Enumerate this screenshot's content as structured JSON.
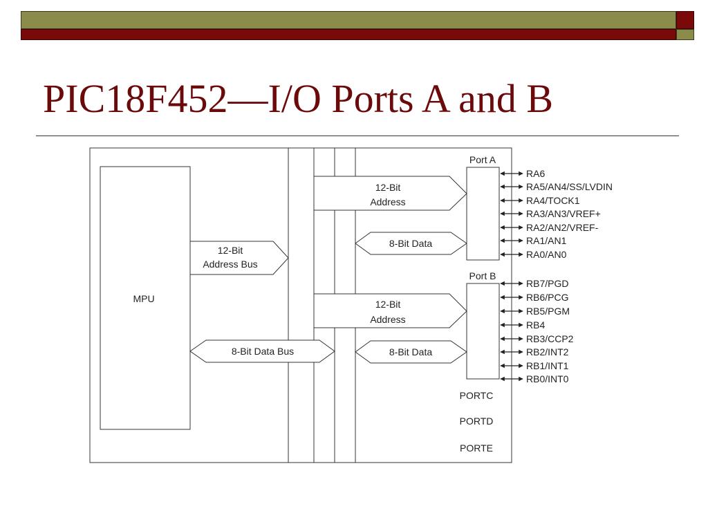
{
  "slide": {
    "title": "PIC18F452—I/O Ports A and B"
  },
  "diagram": {
    "mpu_label": "MPU",
    "address_bus_label": [
      "12-Bit",
      "Address Bus"
    ],
    "data_bus_label": "8-Bit Data Bus",
    "port_a": {
      "label": "Port A",
      "address_label": [
        "12-Bit",
        "Address"
      ],
      "data_label": "8-Bit Data",
      "pins": [
        "RA6",
        "RA5/AN4/SS/LVDIN",
        "RA4/TOCK1",
        "RA3/AN3/VREF+",
        "RA2/AN2/VREF-",
        "RA1/AN1",
        "RA0/AN0"
      ]
    },
    "port_b": {
      "label": "Port B",
      "address_label": [
        "12-Bit",
        "Address"
      ],
      "data_label": "8-Bit Data",
      "pins": [
        "RB7/PGD",
        "RB6/PCG",
        "RB5/PGM",
        "RB4",
        "RB3/CCP2",
        "RB2/INT2",
        "RB1/INT1",
        "RB0/INT0"
      ]
    },
    "other_ports": [
      "PORTC",
      "PORTD",
      "PORTE"
    ]
  },
  "colors": {
    "title": "#6b0a0a",
    "bar_olive": "#8c8c4a",
    "bar_maroon": "#7a0a0a"
  }
}
